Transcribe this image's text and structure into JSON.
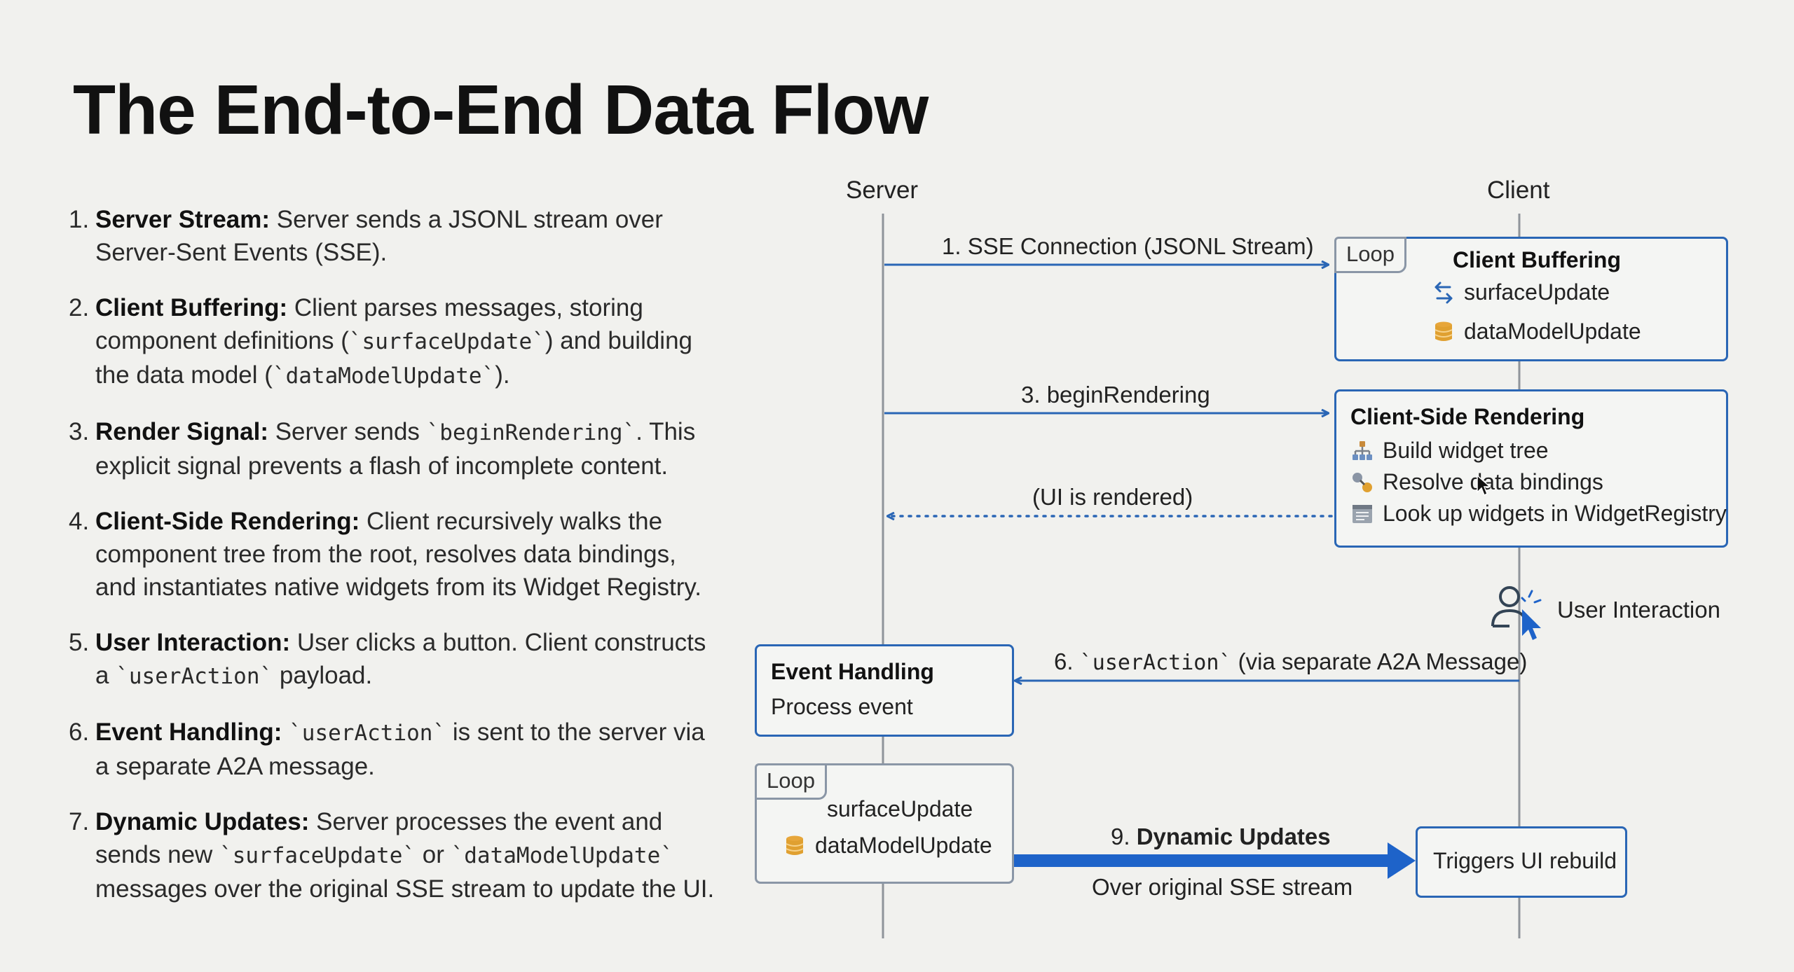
{
  "title": "The End-to-End Data Flow",
  "steps": [
    {
      "num": "1.",
      "title": "Server Stream:",
      "parts": [
        {
          "text": " Server sends a JSONL stream over Server-Sent Events (SSE)."
        }
      ]
    },
    {
      "num": "2.",
      "title": "Client Buffering:",
      "parts": [
        {
          "text": " Client parses messages, storing component definitions ("
        },
        {
          "code": "`surfaceUpdate`"
        },
        {
          "text": ") and building the data model ("
        },
        {
          "code": "`dataModelUpdate`"
        },
        {
          "text": ")."
        }
      ]
    },
    {
      "num": "3.",
      "title": "Render Signal:",
      "parts": [
        {
          "text": " Server sends "
        },
        {
          "code": "`beginRendering`"
        },
        {
          "text": ". This explicit signal prevents a flash of incomplete content."
        }
      ]
    },
    {
      "num": "4.",
      "title": "Client-Side Rendering:",
      "parts": [
        {
          "text": " Client recursively walks the component tree from the root, resolves data bindings, and instantiates native widgets from its Widget Registry."
        }
      ]
    },
    {
      "num": "5.",
      "title": "User Interaction:",
      "parts": [
        {
          "text": " User clicks a button. Client constructs a "
        },
        {
          "code": "`userAction`"
        },
        {
          "text": " payload."
        }
      ]
    },
    {
      "num": "6.",
      "title": "Event Handling:",
      "parts": [
        {
          "text": " "
        },
        {
          "code": "`userAction`"
        },
        {
          "text": " is sent to the server via a separate A2A message."
        }
      ]
    },
    {
      "num": "7.",
      "title": "Dynamic Updates:",
      "parts": [
        {
          "text": " Server processes the event and sends new "
        },
        {
          "code": "`surfaceUpdate`"
        },
        {
          "text": " or "
        },
        {
          "code": "`dataModelUpdate`"
        },
        {
          "text": " messages over the original SSE stream to update the UI."
        }
      ]
    }
  ],
  "diagram": {
    "lifelines": {
      "server": "Server",
      "client": "Client"
    },
    "messages": {
      "sse": "1. SSE Connection (JSONL Stream)",
      "begin": "3. beginRendering",
      "rendered": "(UI is rendered)",
      "useraction": "6. `userAction` (via separate A2A Message)",
      "dynamic_num": "9.",
      "dynamic": "Dynamic Updates",
      "dynamic_sub": "Over original SSE stream"
    },
    "client_buffering": {
      "loop": "Loop",
      "title": "Client Buffering",
      "item1": "surfaceUpdate",
      "item2": "dataModelUpdate"
    },
    "client_rendering": {
      "title": "Client-Side Rendering",
      "items": [
        "Build widget tree",
        "Resolve data bindings",
        "Look up widgets in WidgetRegistry"
      ]
    },
    "user_interaction": "User Interaction",
    "event_handling": {
      "title": "Event Handling",
      "sub": "Process event"
    },
    "server_loop": {
      "loop": "Loop",
      "item1": "surfaceUpdate",
      "item2": "dataModelUpdate"
    },
    "triggers": "Triggers UI rebuild",
    "colors": {
      "accent": "#2a66b5",
      "arrow_bold": "#1e63c9",
      "db_icon": "#e0a030"
    }
  }
}
